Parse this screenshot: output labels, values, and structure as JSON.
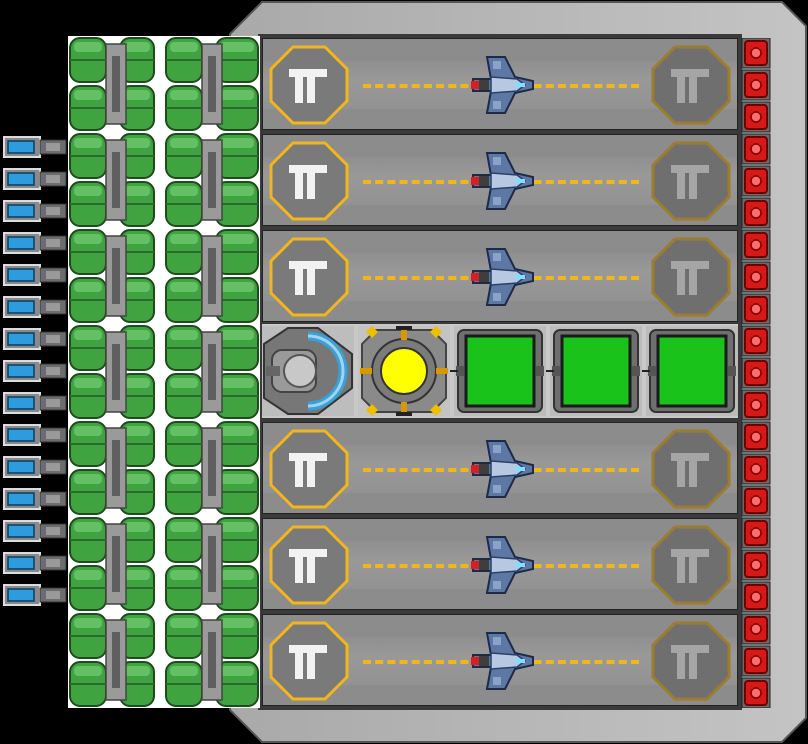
{
  "station": {
    "hangar_bays": [
      {
        "id": "bay-1",
        "marker": "ℿ"
      },
      {
        "id": "bay-2",
        "marker": "ℿ"
      },
      {
        "id": "bay-3",
        "marker": "ℿ"
      },
      {
        "id": "bay-4",
        "marker": "ℿ"
      },
      {
        "id": "bay-5",
        "marker": "ℿ"
      },
      {
        "id": "bay-6",
        "marker": "ℿ"
      }
    ],
    "core_modules": [
      "docking-ring-module",
      "reactor-core-module",
      "storage-container",
      "storage-container",
      "storage-container"
    ],
    "red_module_count": 21,
    "blue_thruster_count": 15,
    "green_tank_rows": 7
  },
  "colors": {
    "hull": "#b8b8b8",
    "bay_floor": "#8c8c8c",
    "pad_outline_active": "#f2b619",
    "pad_outline_inactive": "#9b7d2e",
    "tank_green": "#3fa33f",
    "container_green": "#19c319",
    "reactor_yellow": "#ffff00",
    "red_module": "#d81717",
    "thruster_blue": "#2e9bdb"
  }
}
